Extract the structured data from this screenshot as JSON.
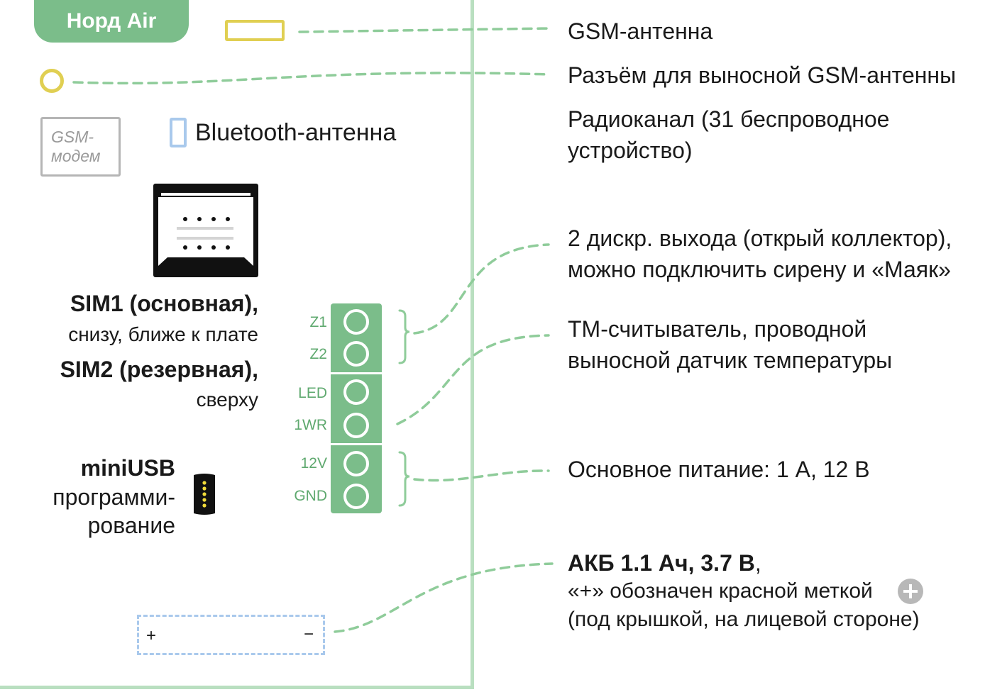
{
  "device": {
    "title": "Норд Air",
    "gsm_modem_line1": "GSM-",
    "gsm_modem_line2": "модем",
    "bluetooth_label": "Bluetooth-антенна"
  },
  "sim": {
    "sim1_bold": "SIM1 (основная),",
    "sim1_sub": "снизу, ближе к плате",
    "sim2_bold": "SIM2 (резервная),",
    "sim2_sub": "сверху"
  },
  "terminals": [
    "Z1",
    "Z2",
    "LED",
    "1WR",
    "12V",
    "GND"
  ],
  "usb": {
    "label_bold": "miniUSB",
    "label_line2": "программи-",
    "label_line3": "рование"
  },
  "battery": {
    "plus": "+",
    "minus": "−"
  },
  "callouts": {
    "gsm_antenna": "GSM-антенна",
    "ext_antenna": "Разъём для выносной GSM-антенны",
    "radio_line1": "Радиоканал (31 беспроводное",
    "radio_line2": "устройство)",
    "outputs_line1": "2 дискр. выхода (открый коллектор),",
    "outputs_line2": "можно подключить сирену и «Маяк»",
    "tm_line1": "TM-считыватель, проводной",
    "tm_line2": "выносной датчик температуры",
    "power": "Основное питание: 1 А, 12 В",
    "battery_bold": "АКБ 1.1 Ач, 3.7 В",
    "battery_comma": ",",
    "battery_line2": "«+» обозначен красной меткой",
    "battery_line3": "(под крышкой, на лицевой стороне)"
  },
  "colors": {
    "board_border": "#b9dfc0",
    "accent_green": "#7bbd8a",
    "gsm_yellow": "#e0cf52",
    "bluetooth_blue": "#a9c9ec",
    "modem_gray": "#b5b5b5",
    "plus_badge_gray": "#b8b8b8"
  },
  "icons": [
    "plus-circle-icon",
    "sim-slot-icon",
    "mini-usb-icon"
  ]
}
